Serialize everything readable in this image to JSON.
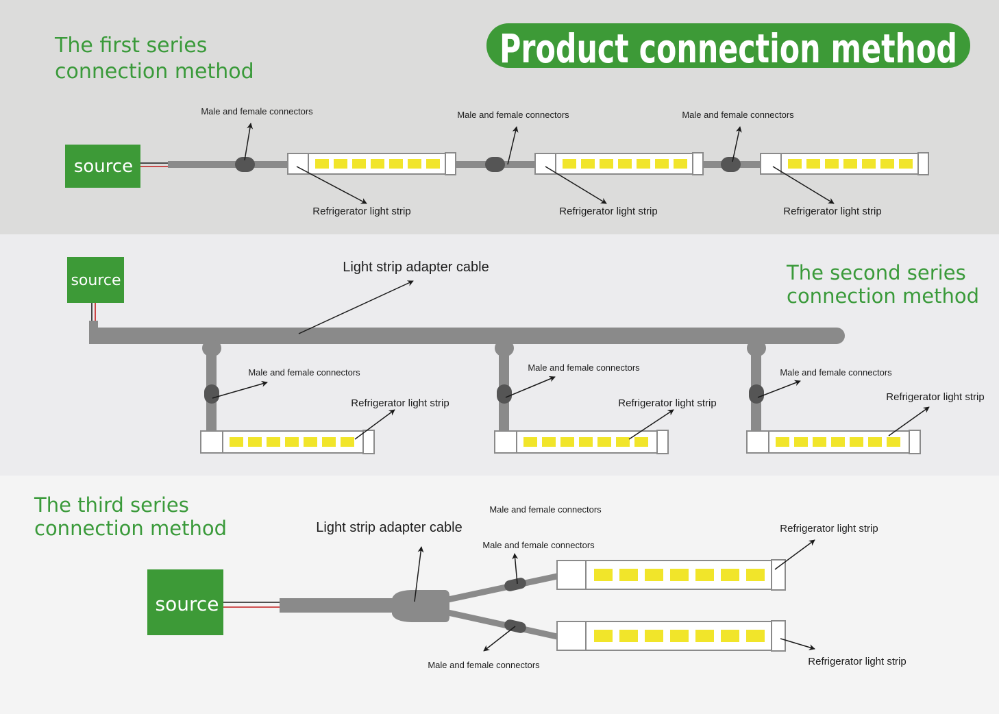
{
  "title": "Product connection method",
  "colors": {
    "green": "#3d9a37",
    "title_bg": "#3d9a37",
    "cable": "#8a8a8a",
    "connector": "#555555",
    "led": "#f1e52a",
    "section1_bg": "#dcdcdb",
    "section2_bg": "#ececee",
    "section3_bg": "#f4f4f4"
  },
  "section1": {
    "heading_line1": "The first series",
    "heading_line2": "connection method",
    "source_label": "source",
    "connector_label": "Male and female connectors",
    "strip_label": "Refrigerator light strip"
  },
  "section2": {
    "heading_line1": "The second series",
    "heading_line2": "connection method",
    "source_label": "source",
    "adapter_label": "Light strip adapter cable",
    "connector_label": "Male and female connectors",
    "strip_label": "Refrigerator light strip"
  },
  "section3": {
    "heading_line1": "The third series",
    "heading_line2": "connection method",
    "source_label": "source",
    "adapter_label": "Light strip adapter cable",
    "connector_label": "Male and female connectors",
    "strip_label": "Refrigerator light strip"
  }
}
